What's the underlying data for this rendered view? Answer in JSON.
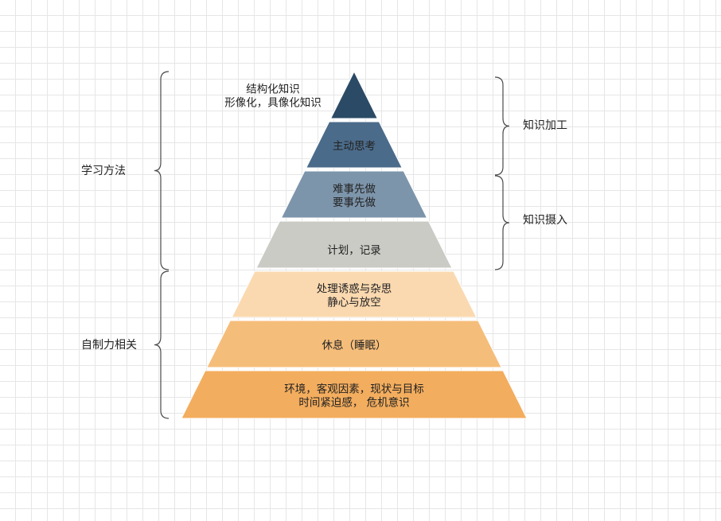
{
  "pyramid": {
    "layers": [
      {
        "lines": [
          "结构化知识",
          "形像化，具像化知识"
        ],
        "color": "#2b4a66",
        "text_color": "#222222",
        "label_outside": true
      },
      {
        "lines": [
          "主动思考"
        ],
        "color": "#4b6b8a",
        "text_color": "#222222",
        "label_outside": false
      },
      {
        "lines": [
          "难事先做",
          "要事先做"
        ],
        "color": "#7d95ab",
        "text_color": "#222222",
        "label_outside": false
      },
      {
        "lines": [
          "计划，记录"
        ],
        "color": "#cbcbc6",
        "text_color": "#222222",
        "label_outside": false
      },
      {
        "lines": [
          "处理诱惑与杂思",
          "静心与放空"
        ],
        "color": "#fbd9b0",
        "text_color": "#222222",
        "label_outside": false
      },
      {
        "lines": [
          "休息（睡眠）"
        ],
        "color": "#f5bd7a",
        "text_color": "#222222",
        "label_outside": false
      },
      {
        "lines": [
          "环境，客观因素，现状与目标",
          "时间紧迫感， 危机意识"
        ],
        "color": "#f3ad5e",
        "text_color": "#222222",
        "label_outside": false
      }
    ]
  },
  "left_groups": [
    {
      "label": "学习方法",
      "from_layer": 0,
      "to_layer": 3
    },
    {
      "label": "自制力相关",
      "from_layer": 4,
      "to_layer": 6
    }
  ],
  "right_groups": [
    {
      "label": "知识加工",
      "from_layer": 0,
      "to_layer": 1
    },
    {
      "label": "知识摄入",
      "from_layer": 2,
      "to_layer": 3
    }
  ]
}
